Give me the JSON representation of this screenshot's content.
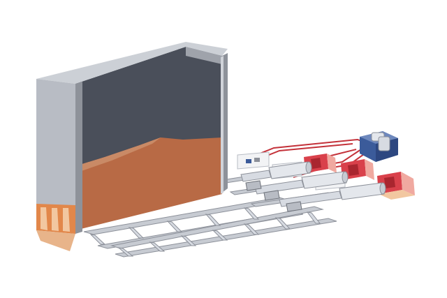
{
  "scene": {
    "bunker": {
      "material": "bulk-material",
      "wall_color": "#b8bcc4",
      "wall_shadow_color": "#8e929a",
      "interior_color": "#4a4f5a",
      "material_color": "#b86a45",
      "material_light_color": "#c98a66"
    },
    "feeder_rails": {
      "count": 3,
      "color": "#c7cbd2",
      "edge_color": "#8c9099"
    },
    "hydraulic_cylinders": {
      "count": 3,
      "body_color": "#e4e7ec",
      "rod_color": "#d7dbe2"
    },
    "cylinder_mounts": {
      "count": 3,
      "color": "#d9414b",
      "dark_color": "#a9262f"
    },
    "control_valves": {
      "count": 3,
      "color": "#f2f3f5",
      "accent_color": "#3b5b9a"
    },
    "power_unit": {
      "color": "#3b5b9a",
      "frame_color": "#6e88bd"
    },
    "hydraulic_lines": {
      "color": "#c4323a"
    },
    "discharge_opening": {
      "color": "#e2874a",
      "frame_color": "#f2c7a0"
    }
  }
}
